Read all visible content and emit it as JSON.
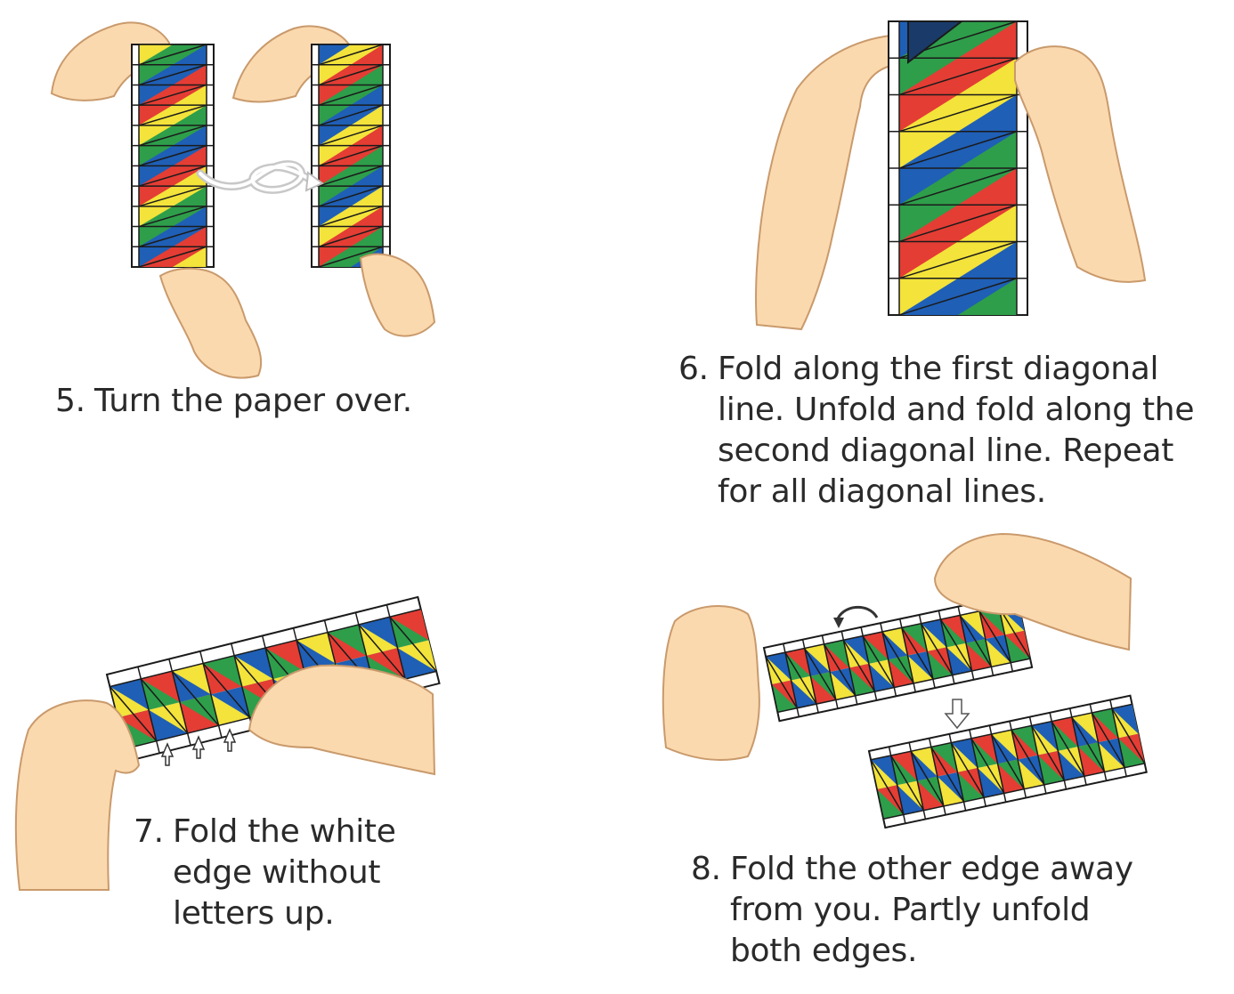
{
  "colors": {
    "blue": "#1f5fb6",
    "green": "#2e9e4a",
    "red": "#e43d34",
    "yellow": "#f3e33a",
    "skin": "#fbd9ae",
    "skin_line": "#c99a6c",
    "outline": "#1b1b1b"
  },
  "steps": [
    {
      "number": "5.",
      "lines": [
        "Turn the paper over."
      ]
    },
    {
      "number": "6.",
      "lines": [
        "Fold along the first diagonal",
        "line. Unfold and fold along the",
        "second diagonal line. Repeat",
        "for all diagonal lines."
      ]
    },
    {
      "number": "7.",
      "lines": [
        "Fold the white",
        "edge without",
        "letters up."
      ]
    },
    {
      "number": "8.",
      "lines": [
        "Fold the other edge away",
        "from you. Partly unfold",
        "both edges."
      ]
    }
  ]
}
